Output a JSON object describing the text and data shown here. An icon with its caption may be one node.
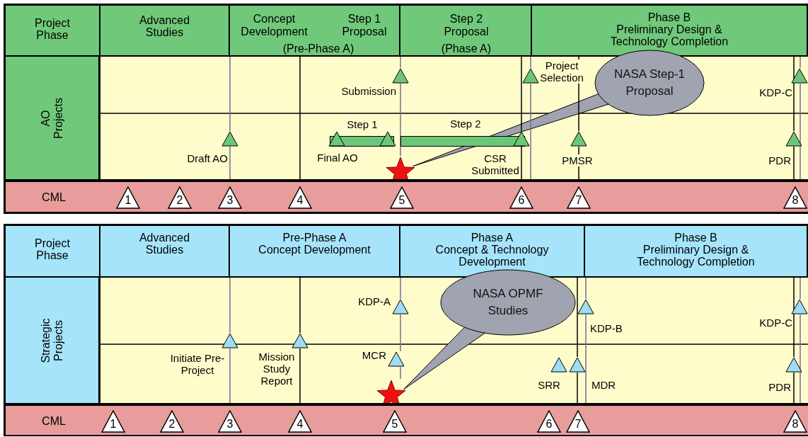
{
  "diagram": {
    "nodes": [
      {
        "text": [
          "Project Phase"
        ]
      },
      {
        "text": [
          "Advanced Studies"
        ]
      },
      {
        "text": [
          "Concept Development",
          "Step 1 Proposal",
          "(Pre-Phase A)"
        ]
      },
      {
        "text": [
          "Step 2 Proposal",
          "(Phase A)"
        ]
      },
      {
        "text": [
          "Phase B",
          "Preliminary Design & Technology Completion"
        ]
      },
      {
        "text": [
          "AO Projects"
        ]
      },
      {
        "text": [],
        "shape": "triangle",
        "beside": [
          "Submission"
        ]
      },
      {
        "text": [],
        "shape": "triangle",
        "beside": [
          "Project Selection"
        ]
      },
      {
        "text": [],
        "shape": "triangle",
        "beside": [
          "KDP-C"
        ]
      },
      {
        "text": [],
        "shape": "triangle",
        "beside": [
          "Draft AO"
        ]
      },
      {
        "text": [],
        "shape": "bar",
        "beside": [
          "Step 1"
        ]
      },
      {
        "text": [],
        "shape": "triangle",
        "beside": [
          "Final AO"
        ]
      },
      {
        "text": [],
        "shape": "triangle"
      },
      {
        "text": [],
        "shape": "bar",
        "beside": [
          "Step 2"
        ]
      },
      {
        "text": [],
        "shape": "triangle",
        "beside": [
          "CSR Submitted"
        ]
      },
      {
        "text": [],
        "shape": "triangle",
        "beside": [
          "PMSR"
        ]
      },
      {
        "text": [],
        "shape": "triangle",
        "beside": [
          "PDR"
        ]
      },
      {
        "text": [],
        "shape": "star"
      },
      {
        "text": [
          "NASA Step-1 Proposal"
        ]
      },
      {
        "text": [
          "CML"
        ]
      },
      {
        "text": [
          "1"
        ],
        "in": 19
      },
      {
        "text": [
          "2"
        ],
        "in": 19
      },
      {
        "text": [
          "3"
        ],
        "in": 19
      },
      {
        "text": [
          "4"
        ],
        "in": 19
      },
      {
        "text": [
          "5"
        ],
        "in": 19
      },
      {
        "text": [
          "6"
        ],
        "in": 19
      },
      {
        "text": [
          "7"
        ],
        "in": 19
      },
      {
        "text": [
          "8"
        ],
        "in": 19
      },
      {
        "text": [
          "Project Phase"
        ]
      },
      {
        "text": [
          "Advanced Studies"
        ]
      },
      {
        "text": [
          "Pre-Phase A",
          "Concept Development"
        ]
      },
      {
        "text": [
          "Phase A",
          "Concept & Technology Development"
        ]
      },
      {
        "text": [
          "Phase B",
          "Preliminary Design & Technology Completion"
        ]
      },
      {
        "text": [
          "Strategic Projects"
        ]
      },
      {
        "text": [],
        "shape": "triangle",
        "beside": [
          "KDP-A"
        ]
      },
      {
        "text": [],
        "shape": "triangle",
        "beside": [
          "KDP-B"
        ]
      },
      {
        "text": [],
        "shape": "triangle",
        "beside": [
          "KDP-C"
        ]
      },
      {
        "text": [],
        "shape": "triangle",
        "beside": [
          "Initiate Pre-Project"
        ]
      },
      {
        "text": [],
        "shape": "triangle",
        "beside": [
          "Mission Study Report"
        ]
      },
      {
        "text": [],
        "shape": "triangle",
        "beside": [
          "MCR"
        ]
      },
      {
        "text": [],
        "shape": "triangle",
        "beside": [
          "SRR"
        ]
      },
      {
        "text": [],
        "shape": "triangle",
        "beside": [
          "MDR"
        ]
      },
      {
        "text": [],
        "shape": "triangle",
        "beside": [
          "PDR"
        ]
      },
      {
        "text": [],
        "shape": "star"
      },
      {
        "text": [
          "NASA OPMF Studies"
        ]
      },
      {
        "text": [
          "CML"
        ]
      },
      {
        "text": [
          "1"
        ],
        "in": 45
      },
      {
        "text": [
          "2"
        ],
        "in": 45
      },
      {
        "text": [
          "3"
        ],
        "in": 45
      },
      {
        "text": [
          "4"
        ],
        "in": 45
      },
      {
        "text": [
          "5"
        ],
        "in": 45
      },
      {
        "text": [
          "6"
        ],
        "in": 45
      },
      {
        "text": [
          "7"
        ],
        "in": 45
      },
      {
        "text": [
          "8"
        ],
        "in": 45
      }
    ],
    "edges": [
      {
        "from": 18,
        "to": 17,
        "arrow": "none",
        "color": "#000000"
      },
      {
        "from": 44,
        "to": 43,
        "arrow": "none",
        "color": "#000000"
      },
      {
        "from": 1,
        "to": 9,
        "arrow": "none"
      },
      {
        "from": 9,
        "to": 22,
        "arrow": "none"
      },
      {
        "from": 2,
        "to": 23,
        "arrow": "none",
        "color": "#000000"
      },
      {
        "from": 3,
        "to": 6,
        "arrow": "none"
      },
      {
        "from": 6,
        "to": 17,
        "arrow": "none"
      },
      {
        "from": 3,
        "to": 14,
        "arrow": "none",
        "color": "#000000"
      },
      {
        "from": 14,
        "to": 25,
        "arrow": "none",
        "color": "#000000"
      },
      {
        "from": 4,
        "to": 7,
        "arrow": "none"
      },
      {
        "from": 7,
        "to": 19,
        "arrow": "none"
      },
      {
        "from": 4,
        "to": 15,
        "arrow": "none",
        "color": "#000000"
      },
      {
        "from": 15,
        "to": 26,
        "arrow": "none",
        "color": "#000000"
      },
      {
        "from": 4,
        "to": 16,
        "arrow": "none",
        "color": "#000000"
      },
      {
        "from": 16,
        "to": 27,
        "arrow": "none",
        "color": "#000000"
      },
      {
        "from": 4,
        "to": 8,
        "arrow": "none"
      },
      {
        "from": 8,
        "to": 19,
        "arrow": "none"
      },
      {
        "from": 29,
        "to": 37,
        "arrow": "none"
      },
      {
        "from": 37,
        "to": 48,
        "arrow": "none"
      },
      {
        "from": 30,
        "to": 38,
        "arrow": "none",
        "color": "#000000"
      },
      {
        "from": 38,
        "to": 49,
        "arrow": "none",
        "color": "#000000"
      },
      {
        "from": 30,
        "to": 34,
        "arrow": "none"
      },
      {
        "from": 34,
        "to": 39,
        "arrow": "none"
      },
      {
        "from": 39,
        "to": 43,
        "arrow": "none"
      },
      {
        "from": 31,
        "to": 41,
        "arrow": "none",
        "color": "#000000"
      },
      {
        "from": 41,
        "to": 52,
        "arrow": "none",
        "color": "#000000"
      },
      {
        "from": 32,
        "to": 35,
        "arrow": "none"
      },
      {
        "from": 35,
        "to": 45,
        "arrow": "none"
      },
      {
        "from": 32,
        "to": 42,
        "arrow": "none",
        "color": "#000000"
      },
      {
        "from": 42,
        "to": 53,
        "arrow": "none",
        "color": "#000000"
      },
      {
        "from": 32,
        "to": 36,
        "arrow": "none"
      },
      {
        "from": 36,
        "to": 45,
        "arrow": "none"
      }
    ]
  }
}
